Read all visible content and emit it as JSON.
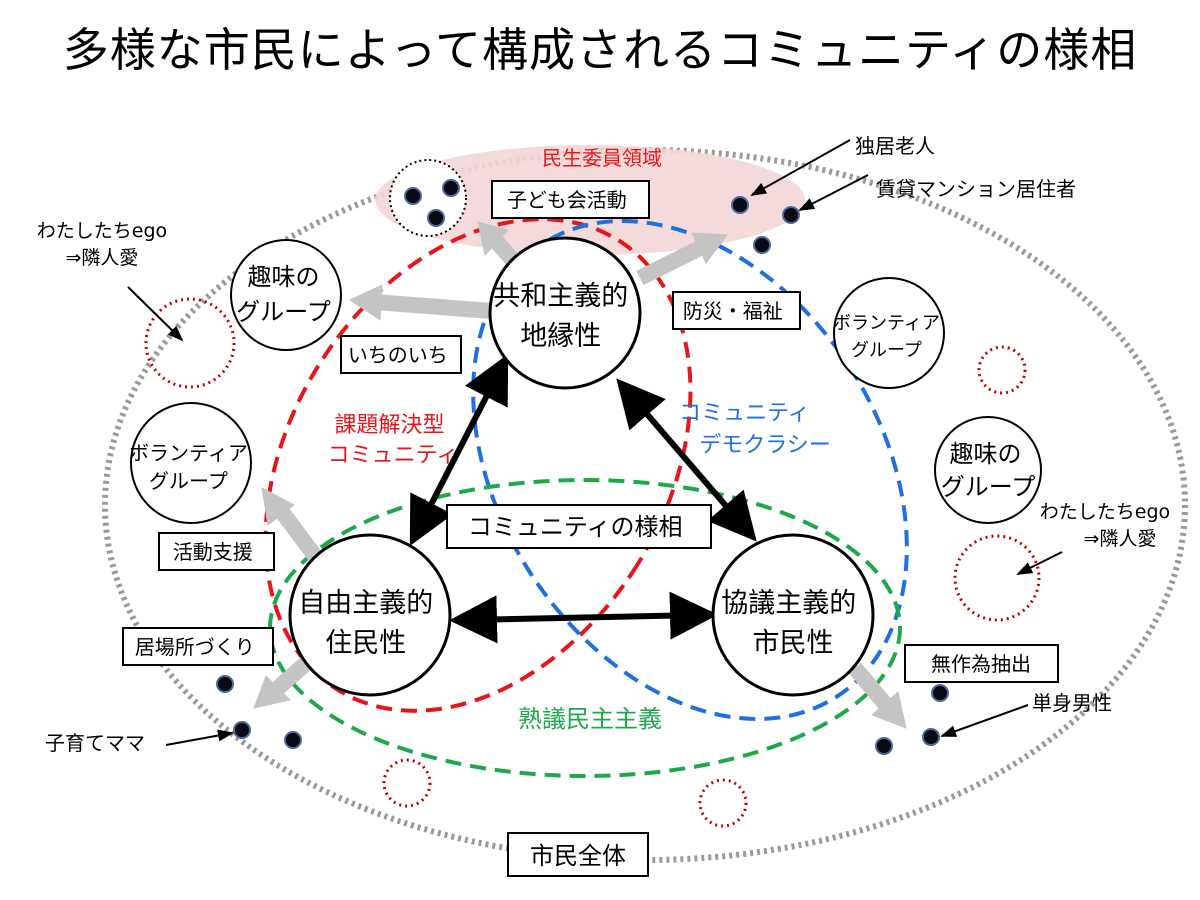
{
  "title": "多様な市民によって構成されるコミュニティの様相",
  "colors": {
    "red": "#e8141a",
    "blue": "#1e6fe0",
    "green": "#1fa84a",
    "darkred": "#c00000",
    "gray": "#9a9a9a",
    "arrow_gray": "#c4c4c4",
    "pink": "#f3d6d6"
  },
  "center_label": "コミュニティの様相",
  "outer_label": "市民全体",
  "nodes": {
    "republic": [
      "共和主義的",
      "地縁性"
    ],
    "liberal": [
      "自由主義的",
      "住民性"
    ],
    "deliberative": [
      "協議主義的",
      "市民性"
    ]
  },
  "regions": {
    "minsei": "民生委員領域",
    "kadai": [
      "課題解決型",
      "コミュニティ"
    ],
    "democracy": [
      "コミュニティ",
      "デモクラシー"
    ],
    "jukugi": "熟議民主主義"
  },
  "groups": {
    "hobby_left": [
      "趣味の",
      "グループ"
    ],
    "volunteer_left": [
      "ボランティア",
      "グループ"
    ],
    "volunteer_right": [
      "ボランティア",
      "グループ"
    ],
    "hobby_right": [
      "趣味の",
      "グループ"
    ]
  },
  "activities": {
    "kodomokai": "子ども会活動",
    "bosai": "防災・福祉",
    "ichinoichi": "いちのいち",
    "katsudo_shien": "活動支援",
    "ibasho": "居場所づくり",
    "musakui": "無作為抽出"
  },
  "callouts": {
    "dokkyo": "独居老人",
    "chintai": "賃貸マンション居住者",
    "watashitachi_left": [
      "わたしたちego",
      "⇒隣人愛"
    ],
    "watashitachi_right": [
      "わたしたちego",
      "⇒隣人愛"
    ],
    "kosodate": "子育てママ",
    "tanshin": "単身男性"
  }
}
